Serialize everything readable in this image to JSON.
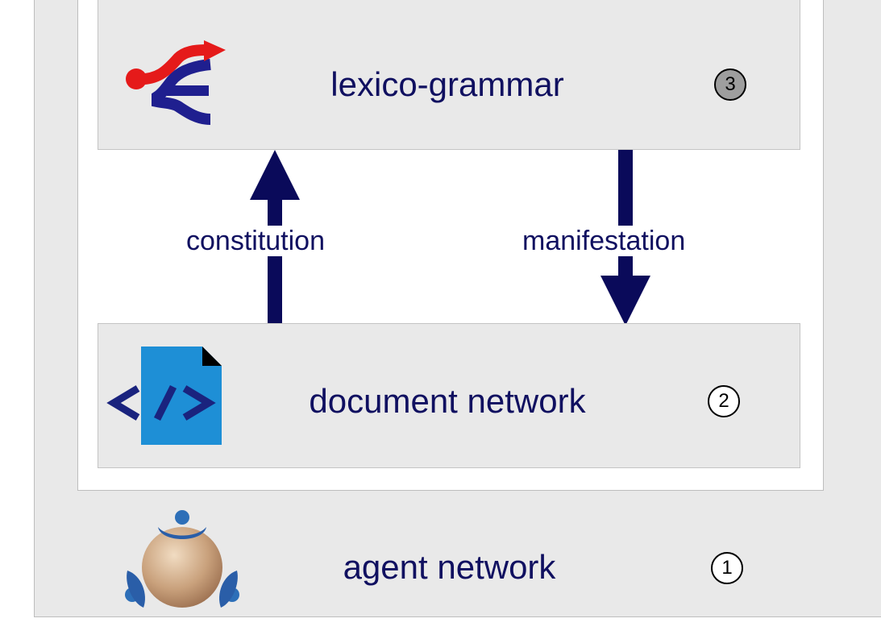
{
  "layers": [
    {
      "number": "3",
      "label": "lexico-grammar",
      "icon": "lexico-grammar-logo-icon",
      "badge_fill": "#9e9e9e"
    },
    {
      "number": "2",
      "label": "document network",
      "icon": "code-document-icon",
      "badge_fill": "#ffffff"
    },
    {
      "number": "1",
      "label": "agent network",
      "icon": "agent-network-icon",
      "badge_fill": "#ffffff"
    }
  ],
  "arrows": [
    {
      "label": "constitution",
      "direction": "up"
    },
    {
      "label": "manifestation",
      "direction": "down"
    }
  ],
  "colors": {
    "arrow": "#0a0a5a",
    "text": "#101060",
    "panel": "#e9e9e9",
    "border": "#bdbdbd"
  }
}
